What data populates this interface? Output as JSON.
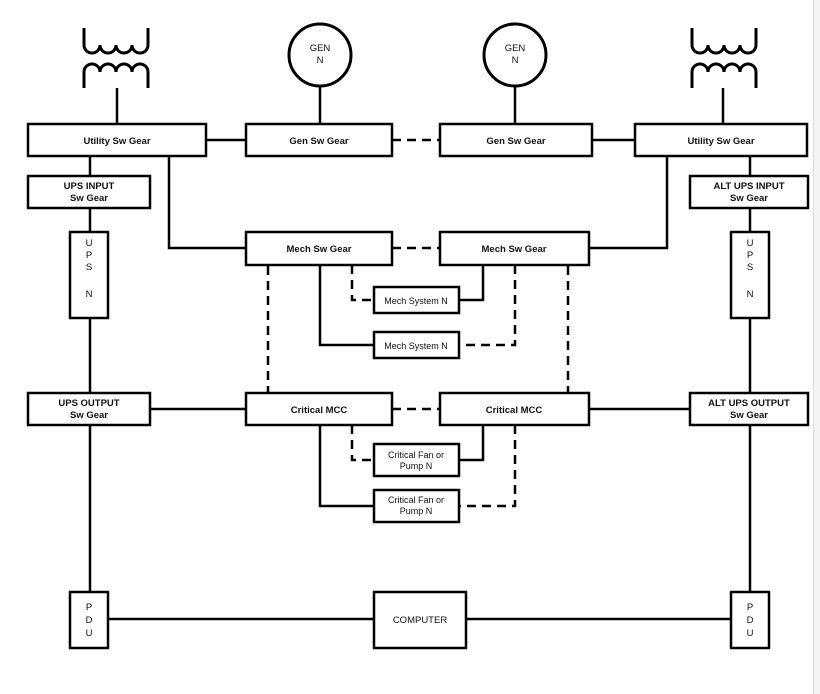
{
  "diagram": {
    "generators": {
      "left": [
        "GEN",
        "N"
      ],
      "right": [
        "GEN",
        "N"
      ]
    },
    "switchgear": {
      "utility_left": "Utility Sw Gear",
      "utility_right": "Utility Sw Gear",
      "gen_left": "Gen Sw Gear",
      "gen_right": "Gen Sw Gear",
      "mech_left": "Mech Sw Gear",
      "mech_right": "Mech Sw Gear",
      "ups_input": [
        "UPS INPUT",
        "Sw Gear"
      ],
      "alt_ups_input": [
        "ALT UPS INPUT",
        "Sw Gear"
      ],
      "ups_output": [
        "UPS OUTPUT",
        "Sw Gear"
      ],
      "alt_ups_output": [
        "ALT UPS OUTPUT",
        "Sw Gear"
      ],
      "critical_mcc_left": "Critical MCC",
      "critical_mcc_right": "Critical MCC"
    },
    "ups": {
      "left": [
        "U",
        "P",
        "S",
        "N"
      ],
      "right": [
        "U",
        "P",
        "S",
        "N"
      ]
    },
    "mech_systems": [
      "Mech System N",
      "Mech System N"
    ],
    "critical_fans": [
      [
        "Critical Fan or",
        "Pump N"
      ],
      [
        "Critical Fan or",
        "Pump N"
      ]
    ],
    "pdu": {
      "left": [
        "P",
        "D",
        "U"
      ],
      "right": [
        "P",
        "D",
        "U"
      ]
    },
    "computer": "COMPUTER"
  }
}
